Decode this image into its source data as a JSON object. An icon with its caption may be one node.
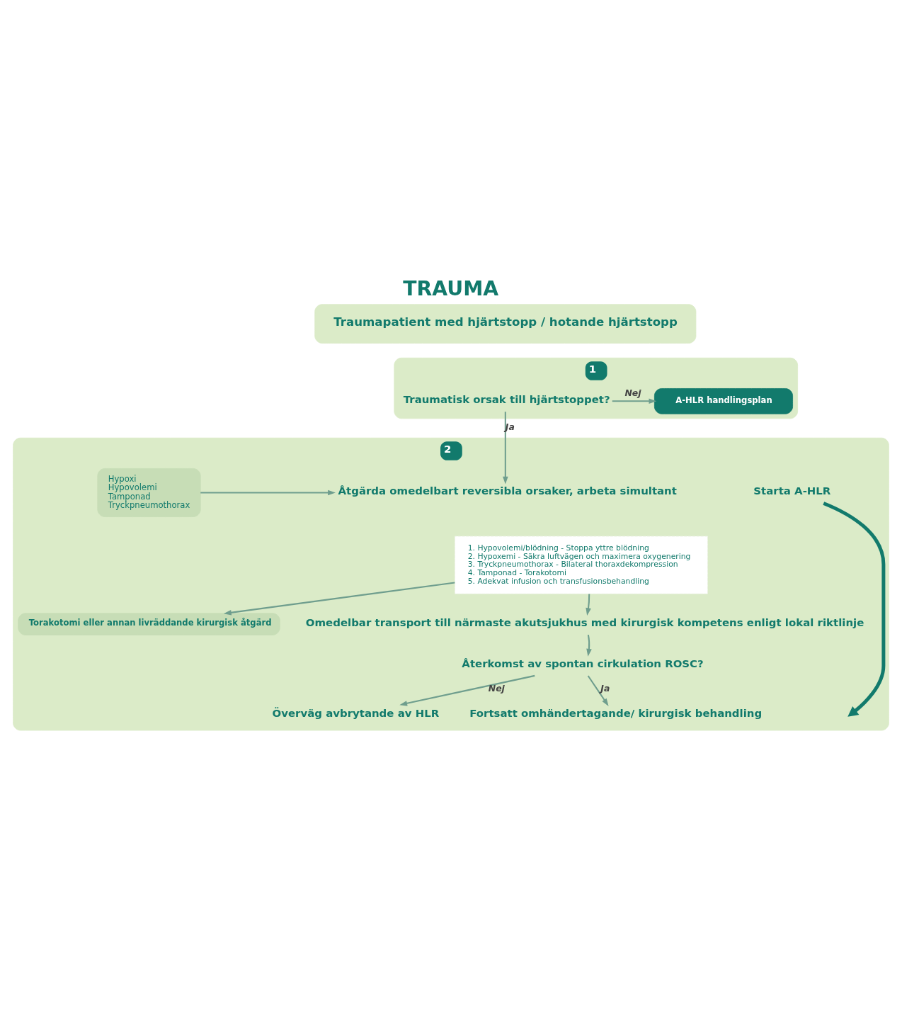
{
  "diagram": {
    "title": "TRAUMA",
    "nodes": [
      {
        "text": [
          "Traumapatient med hjärtstopp / hotande hjärtstopp"
        ]
      },
      {
        "text": [
          "1"
        ]
      },
      {
        "text": [
          "Traumatisk orsak till hjärtstoppet?"
        ],
        "in": 1
      },
      {
        "text": [
          "A-HLR handlingsplan"
        ],
        "in": 1
      },
      {
        "text": [
          "2"
        ]
      },
      {
        "text": [
          "Starta A-HLR"
        ],
        "in": 4
      },
      {
        "text": [
          "Åtgärda omedelbart reversibla orsaker, arbeta simultant"
        ],
        "in": 4
      },
      {
        "text": [
          "1. Hypovolemi/blödning - Stoppa yttre blödning",
          "2. Hypoxemi - Säkra luftvägen och maximera oxygenering",
          "3. Tryckpneumothorax - Bilateral thoraxdekompression",
          "4. Tamponad - Torakotomi",
          "5. Adekvat infusion och transfusionsbehandling"
        ],
        "in": 4
      },
      {
        "text": [
          "Hypoxi",
          "Hypovolemi",
          "Tamponad",
          "Tryckpneumothorax"
        ],
        "in": 4
      },
      {
        "text": [
          "Omedelbar transport till närmaste akutsjukhus med kirurgisk kompetens enligt lokal riktlinje"
        ],
        "in": 4
      },
      {
        "text": [
          "Torakotomi eller annan livräddande kirurgisk åtgärd"
        ],
        "in": 4
      },
      {
        "text": [
          "Återkomst av spontan cirkulation ROSC?"
        ],
        "in": 4
      },
      {
        "text": [
          "Fortsatt omhändertagande/ kirurgisk behandling"
        ],
        "in": 4
      },
      {
        "text": [
          "Överväg avbrytande av HLR"
        ],
        "in": 4
      }
    ],
    "edges": [
      {
        "from": 2,
        "to": 3,
        "arrow": "to",
        "label": "Nej"
      },
      {
        "from": 2,
        "to": 6,
        "arrow": "to",
        "label": "Ja"
      },
      {
        "from": 8,
        "to": 6,
        "arrow": "to"
      },
      {
        "from": 5,
        "to": null,
        "arrow": "to",
        "style": "thick",
        "color": "#127a6c"
      },
      {
        "from": 7,
        "to": 10,
        "arrow": "to"
      },
      {
        "from": 7,
        "to": 9,
        "arrow": "to"
      },
      {
        "from": 9,
        "to": 11,
        "arrow": "to"
      },
      {
        "from": 11,
        "to": 12,
        "arrow": "to",
        "label": "Ja"
      },
      {
        "from": 11,
        "to": 13,
        "arrow": "to",
        "label": "Nej"
      }
    ]
  }
}
